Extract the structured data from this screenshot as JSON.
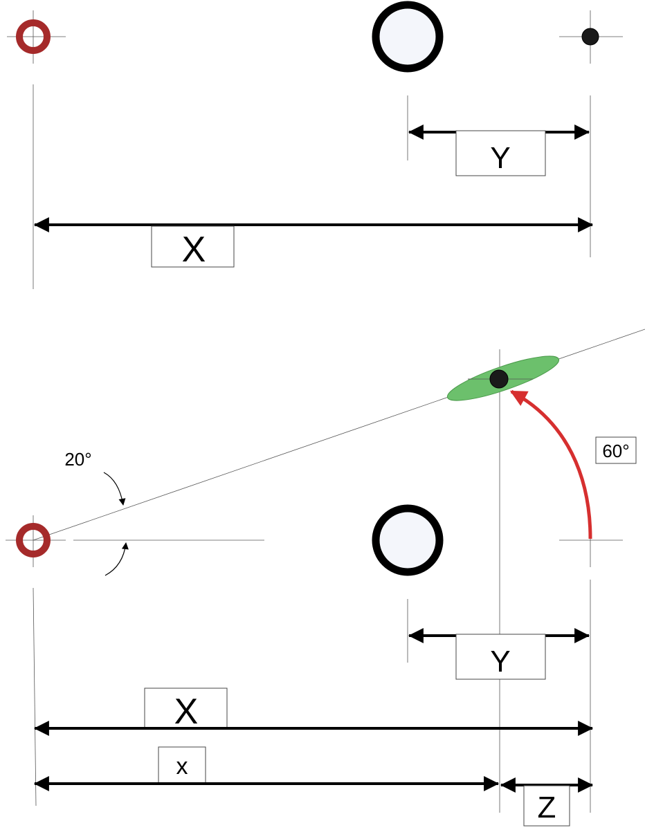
{
  "top_view": {
    "dimension_x_label": "X",
    "dimension_y_label": "Y"
  },
  "bottom_view": {
    "angle_label": "20°",
    "rotation_label": "60°",
    "dimension_y_label": "Y",
    "dimension_X_label": "X",
    "dimension_x_label": "x",
    "dimension_z_label": "Z"
  },
  "colors": {
    "red_ring": "#a52a2a",
    "green_ellipse": "#6cc06c",
    "red_arrow": "#d62f2f",
    "black": "#000000"
  }
}
